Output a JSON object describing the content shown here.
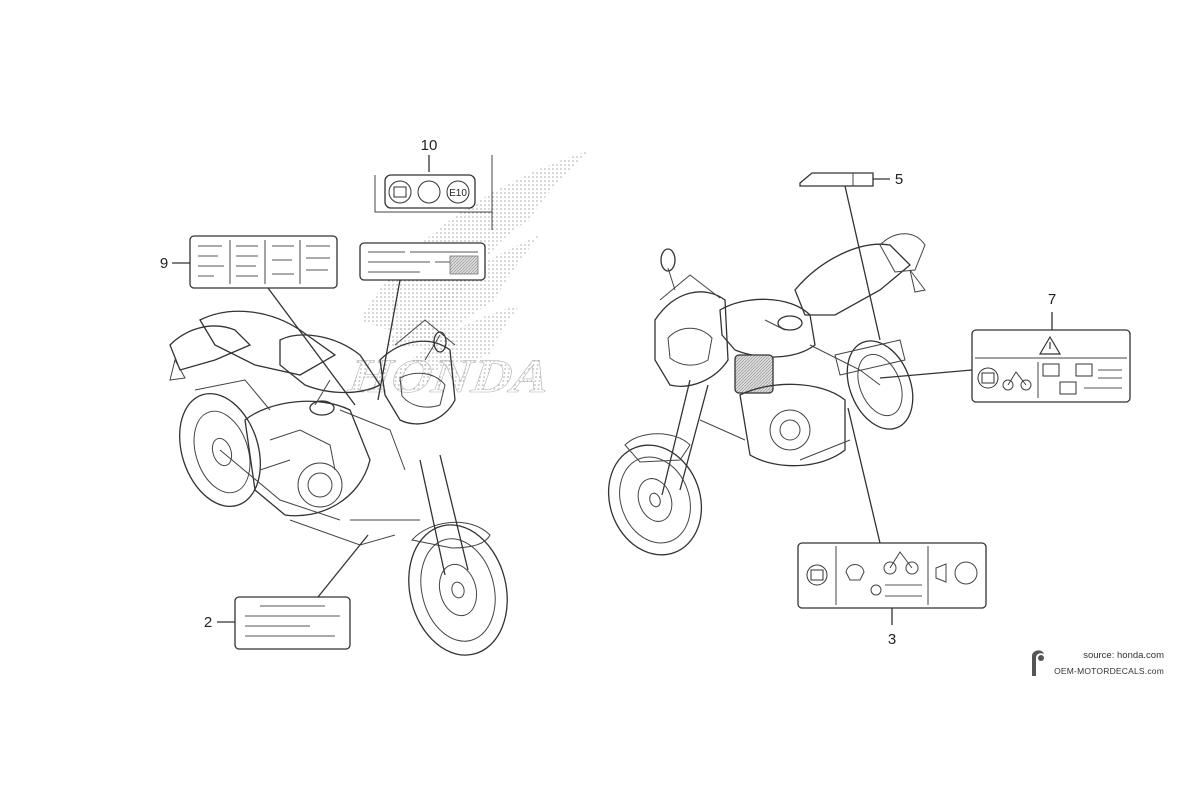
{
  "brand_watermark": "HONDA",
  "callouts": {
    "c2": "2",
    "c3": "3",
    "c5": "5",
    "c7": "7",
    "c9": "9",
    "c10": "10"
  },
  "label_10": {
    "icon_right_text": "E10"
  },
  "footer": {
    "source": "source: honda.com",
    "site": "OEM-MOTORDECALS.com"
  },
  "icons": {
    "warning": "warning-triangle-icon",
    "book": "manual-book-icon",
    "motorcycle": "motorcycle-icon",
    "logo": "oem-motordecals-logo-icon"
  }
}
